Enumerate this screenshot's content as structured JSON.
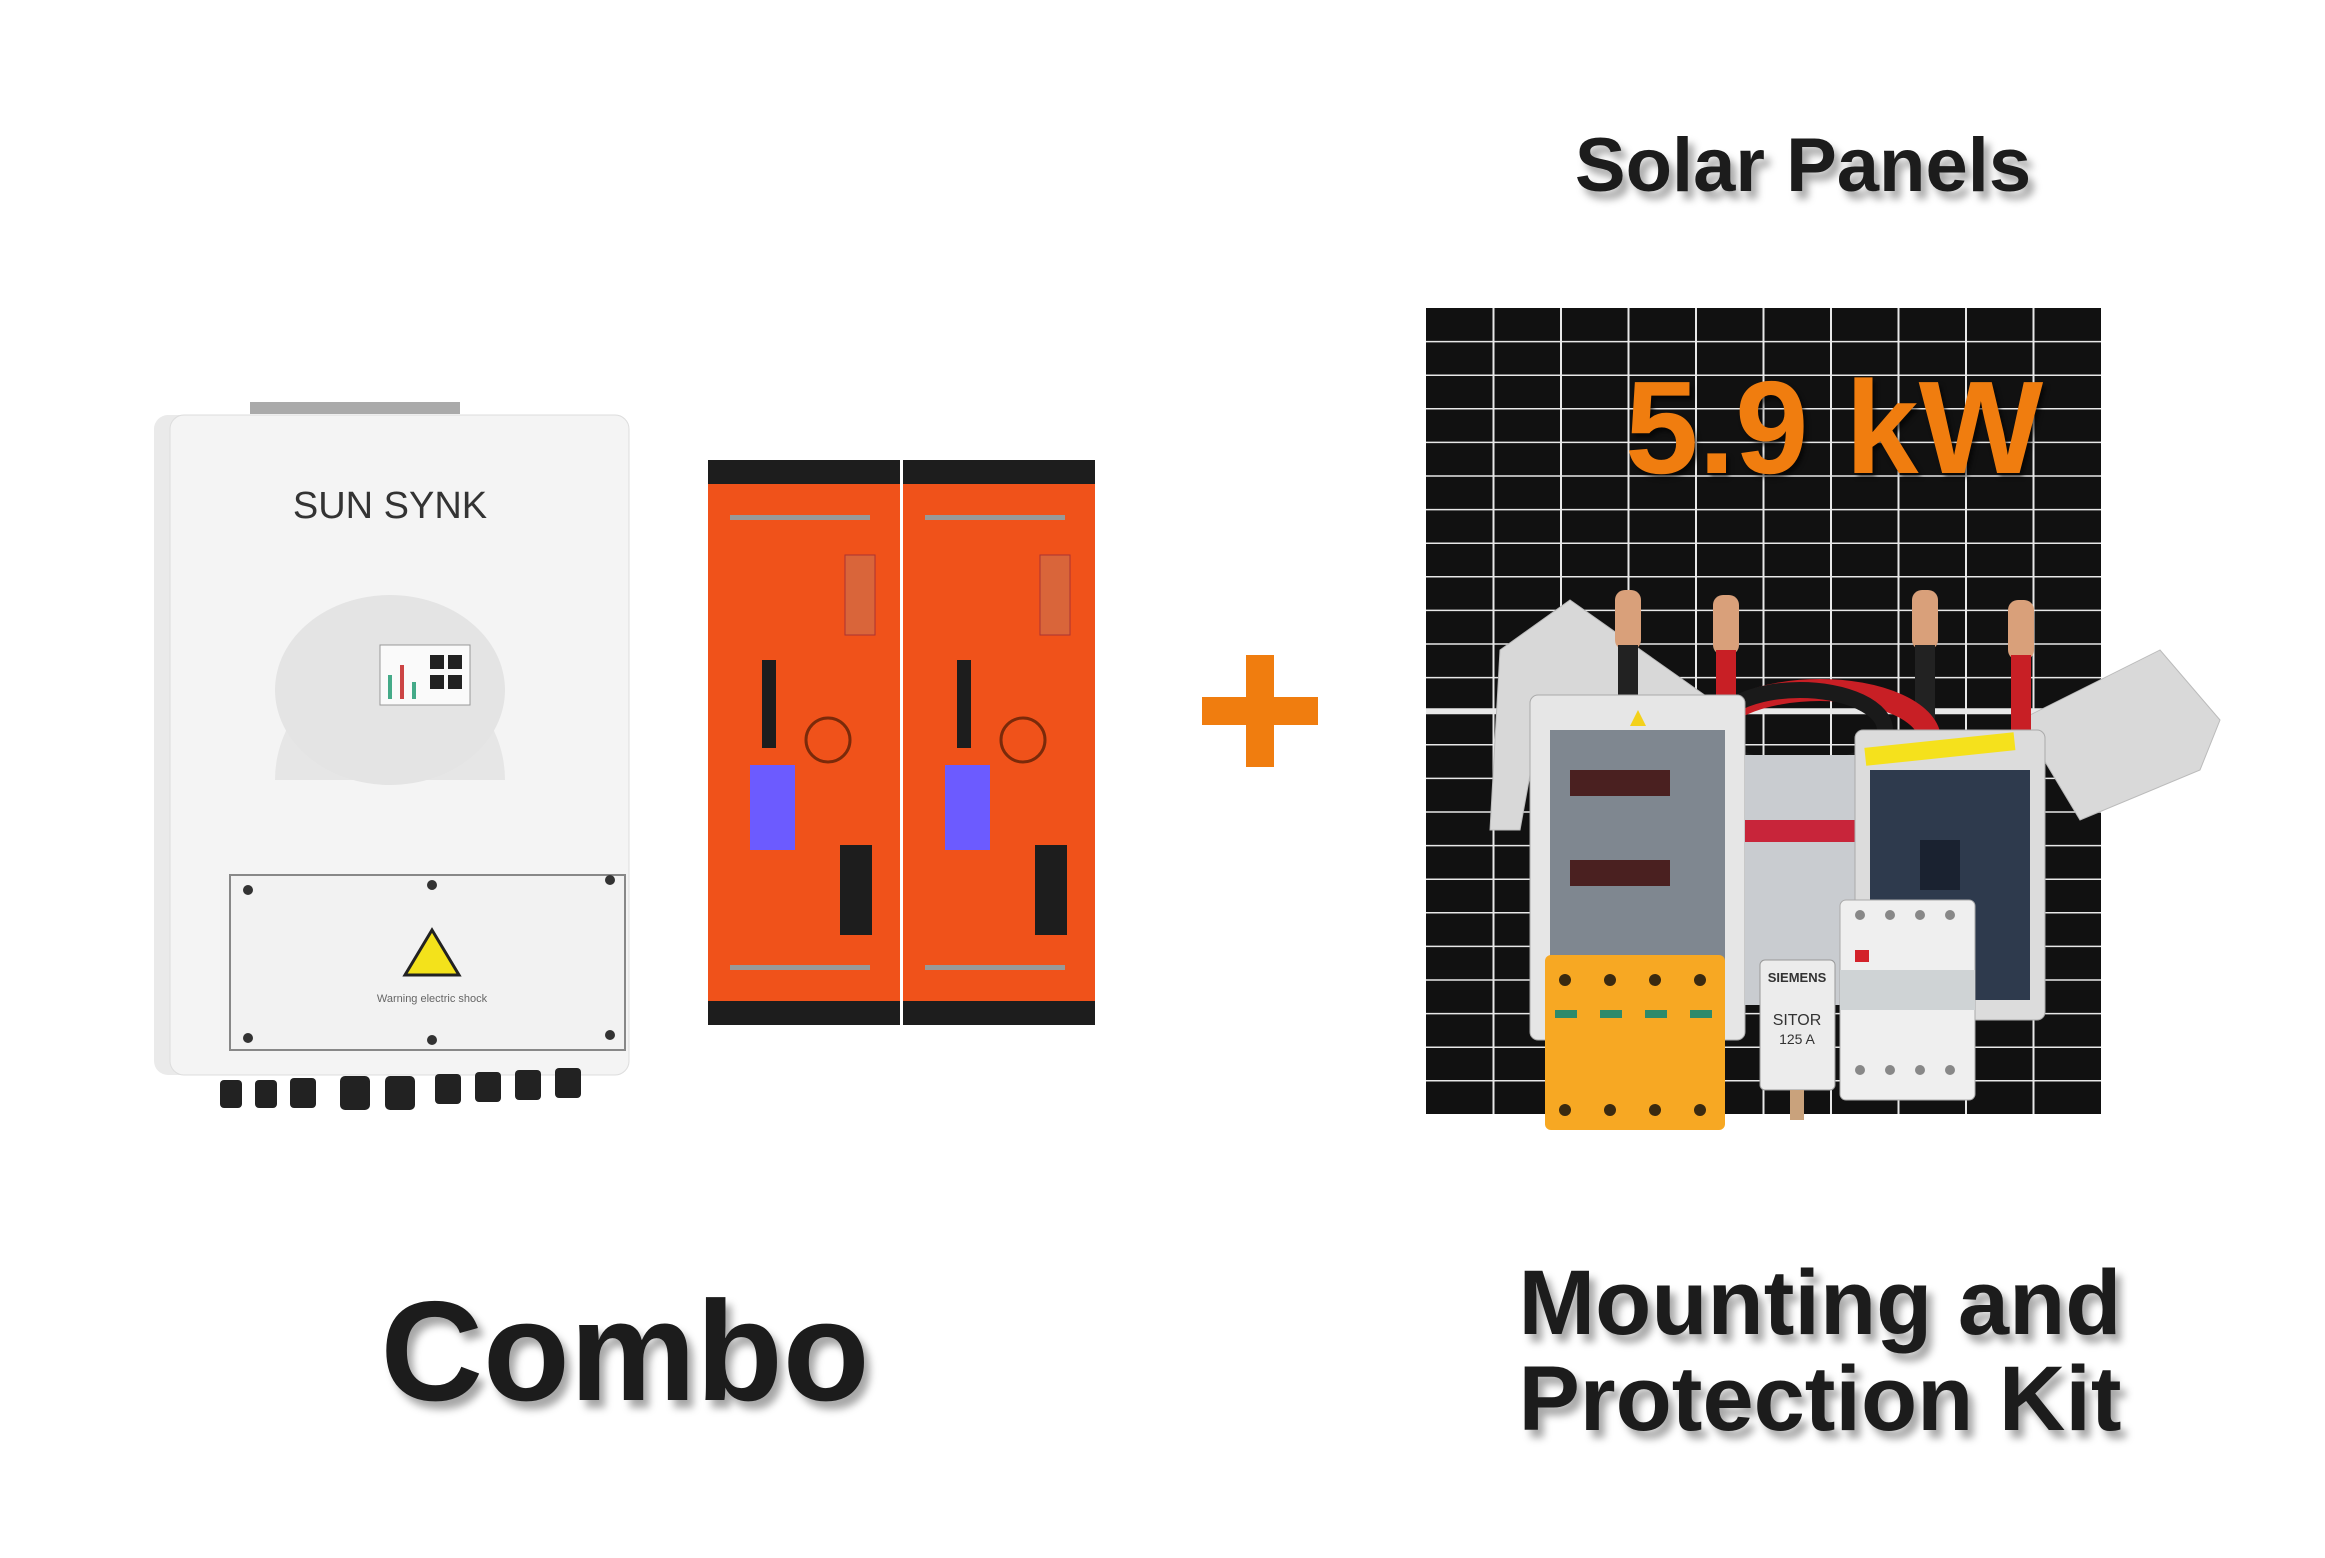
{
  "headings": {
    "solar_panels": "Solar Panels",
    "combo": "Combo",
    "kit_line1": "Mounting and",
    "kit_line2": "Protection Kit"
  },
  "solar_panel": {
    "power_label": "5.9 kW"
  },
  "inverter": {
    "brand": "SUN SYNK",
    "warning_label": "Warning electric shock"
  },
  "kit": {
    "fuse_brand": "SIEMENS",
    "fuse_label": "SITOR",
    "fuse_rating": "125 A"
  },
  "colors": {
    "accent_orange": "#f07d0f",
    "battery_orange": "#f0521a",
    "panel_black": "#111111",
    "text_dark": "#1c1c1c"
  }
}
